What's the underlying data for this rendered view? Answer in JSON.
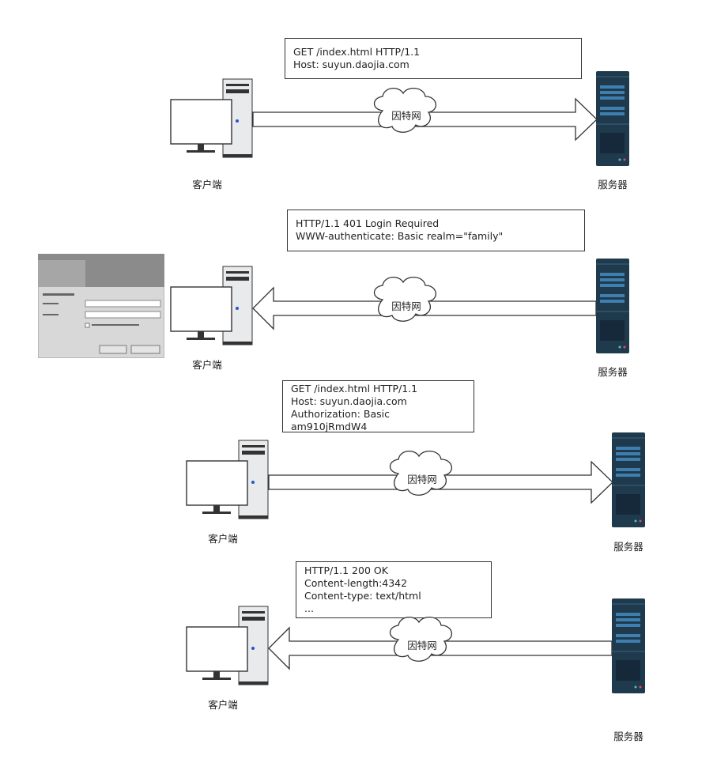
{
  "rows": [
    {
      "message_lines": [
        "GET /index.html HTTP/1.1",
        "Host: suyun.daojia.com"
      ],
      "network_label": "因特网",
      "client_label": "客户端",
      "server_label": "服务器",
      "direction": "to-server"
    },
    {
      "message_lines": [
        "HTTP/1.1 401 Login Required",
        "WWW-authenticate: Basic realm=\"family\""
      ],
      "network_label": "因特网",
      "client_label": "客户端",
      "server_label": "服务器",
      "direction": "to-client",
      "login_dialog": true
    },
    {
      "message_lines": [
        "GET /index.html HTTP/1.1",
        "Host: suyun.daojia.com",
        "Authorization: Basic",
        "am910jRmdW4"
      ],
      "network_label": "因特网",
      "client_label": "客户端",
      "server_label": "服务器",
      "direction": "to-server"
    },
    {
      "message_lines": [
        "HTTP/1.1 200 OK",
        "Content-length:4342",
        "Content-type: text/html",
        "..."
      ],
      "network_label": "因特网",
      "client_label": "客户端",
      "server_label": "服务器",
      "direction": "to-client"
    }
  ],
  "colors": {
    "server_body": "#1f3a4d",
    "server_stripe": "#3f7fb0",
    "client_case": "#e8eaec",
    "outline": "#333333"
  }
}
